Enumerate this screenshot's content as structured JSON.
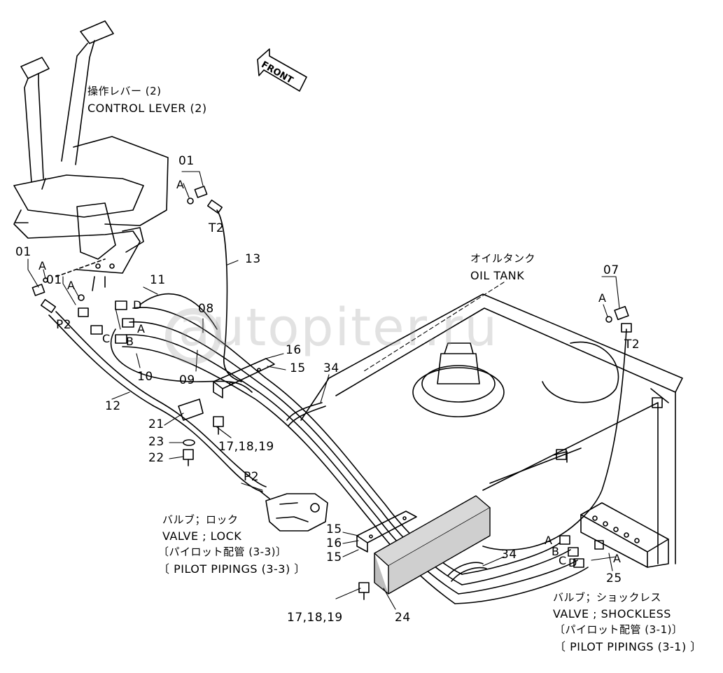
{
  "watermark": "autopiter.ru",
  "front_label": "FRONT",
  "control_lever": {
    "jp": "操作レバー (2)",
    "en": "CONTROL LEVER (2)"
  },
  "oil_tank": {
    "jp": "オイルタンク",
    "en": "OIL TANK"
  },
  "valve_lock": {
    "jp": "バルブ；ロック",
    "en": "VALVE ; LOCK",
    "ref_jp": "〔パイロット配管 (3-3)〕",
    "ref_en": "〔 PILOT PIPINGS (3-3) 〕"
  },
  "valve_shockless": {
    "jp": "バルブ；ショックレス",
    "en": "VALVE ; SHOCKLESS",
    "ref_jp": "〔パイロット配管 (3-1)〕",
    "ref_en": "〔 PILOT PIPINGS (3-1) 〕"
  },
  "callouts": {
    "c01_top": "01",
    "a_top": "A",
    "t2_left": "T2",
    "c13": "13",
    "c01_left": "01",
    "a_left": "A",
    "c01_mid": "01",
    "a_mid": "A",
    "c11": "11",
    "d_left": "D",
    "a_left2": "A",
    "c_left": "C",
    "b_left": "B",
    "p2_top": "P2",
    "c08": "08",
    "c16_top": "16",
    "c15_top": "15",
    "c10": "10",
    "c09": "09",
    "c34_top": "34",
    "c12": "12",
    "c21": "21",
    "c23": "23",
    "c22": "22",
    "c17_top": "17,18,19",
    "p2_bottom": "P2",
    "c07": "07",
    "a_right": "A",
    "t2_right": "T2",
    "c15_b1": "15",
    "c16_bottom": "16",
    "c15_b2": "15",
    "c34_bottom": "34",
    "a_valve": "A",
    "b_valve": "B",
    "c_valve": "C",
    "d_valve": "D",
    "a_valve2": "A",
    "c25": "25",
    "c17_bottom": "17,18,19",
    "c24": "24"
  }
}
